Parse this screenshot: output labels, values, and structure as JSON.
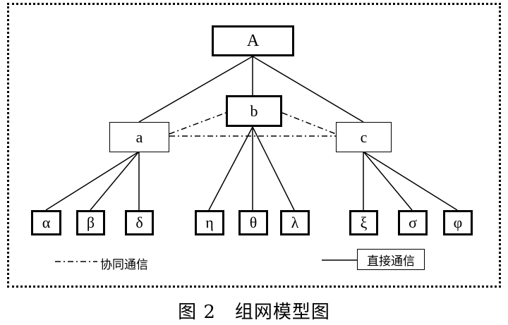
{
  "nodes": {
    "A": "A",
    "b": "b",
    "a": "a",
    "c": "c",
    "alpha": "α",
    "beta": "β",
    "delta": "δ",
    "eta": "η",
    "theta": "θ",
    "lambda": "λ",
    "xi": "ξ",
    "sigma": "σ",
    "phi": "φ"
  },
  "legend": {
    "cooperative": "协同通信",
    "direct": "直接通信"
  },
  "caption": "图 2　组网模型图"
}
